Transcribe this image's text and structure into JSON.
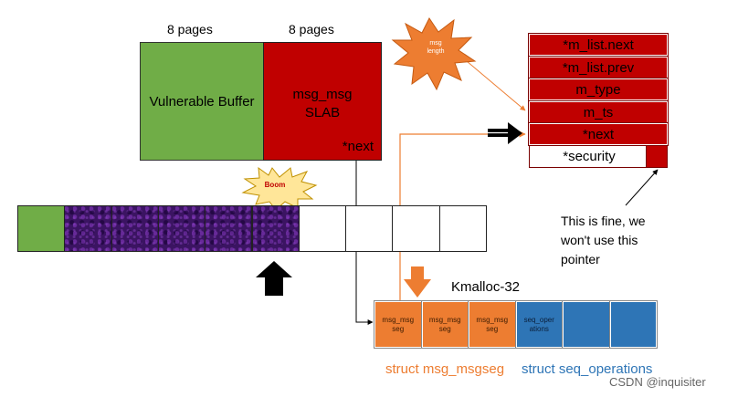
{
  "labels": {
    "pages_left": "8 pages",
    "pages_right": "8 pages",
    "vulnerable_buffer": "Vulnerable Buffer",
    "slab_line1": "msg_msg",
    "slab_line2": "SLAB",
    "slab_next": "*next",
    "msg_length_line1": "msg",
    "msg_length_line2": "length",
    "boom": "Boom",
    "kmalloc": "Kmalloc-32",
    "note_line1": "This is fine, we",
    "note_line2": "won't use this",
    "note_line3": "pointer",
    "legend_msgseg": "struct msg_msgseg",
    "legend_seqops": "struct seq_operations",
    "watermark": "CSDN @inquisiter"
  },
  "msg_struct_fields": [
    "*m_list.next",
    "*m_list.prev",
    "m_type",
    "m_ts",
    "*next"
  ],
  "security_field": "*security",
  "page_strip": [
    "occupied",
    "sprayed",
    "sprayed",
    "sprayed",
    "sprayed",
    "sprayed",
    "free",
    "free",
    "free",
    "free"
  ],
  "kmalloc_slots": [
    {
      "l1": "msg_msg",
      "l2": "seg",
      "kind": "msg_msgseg"
    },
    {
      "l1": "msg_msg",
      "l2": "seg",
      "kind": "msg_msgseg"
    },
    {
      "l1": "msg_msg",
      "l2": "seg",
      "kind": "msg_msgseg"
    },
    {
      "l1": "seq_oper",
      "l2": "ations",
      "kind": "seq_operations"
    },
    {
      "l1": "",
      "l2": "",
      "kind": "seq_operations"
    },
    {
      "l1": "",
      "l2": "",
      "kind": "seq_operations"
    }
  ],
  "colors": {
    "green": "#70ad47",
    "red": "#c00000",
    "purple": "#3b1462",
    "orange": "#ed7d31",
    "blue": "#2e75b6"
  }
}
